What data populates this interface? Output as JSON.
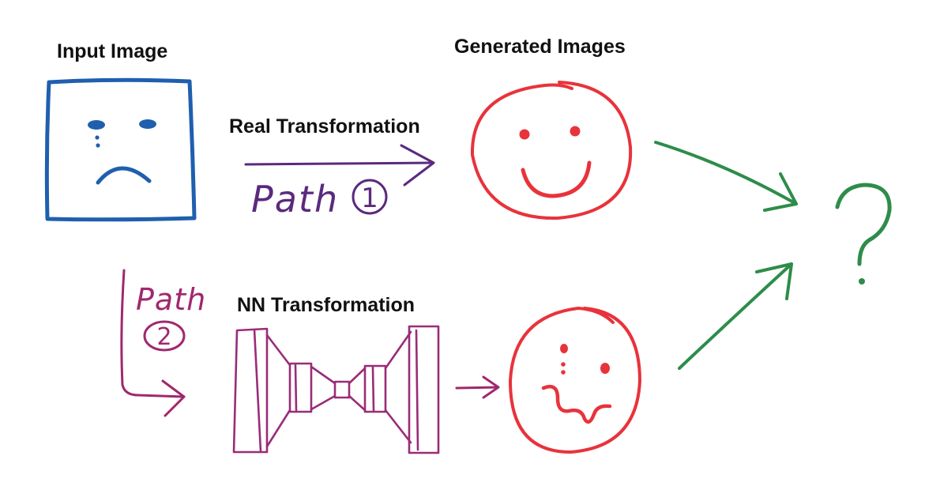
{
  "labels": {
    "input_image": "Input Image",
    "generated_images": "Generated Images",
    "real_transformation": "Real Transformation",
    "nn_transformation": "NN Transformation",
    "path1": "Path",
    "path1_number": "1",
    "path2": "Path",
    "path2_number": "2",
    "question_mark": "?"
  },
  "colors": {
    "input_blue": "#1f5fae",
    "output_red": "#e8333b",
    "path1_purple": "#5a2a7e",
    "path2_magenta": "#a0286e",
    "network_magenta": "#9a2c78",
    "result_green": "#2e8c4a"
  }
}
